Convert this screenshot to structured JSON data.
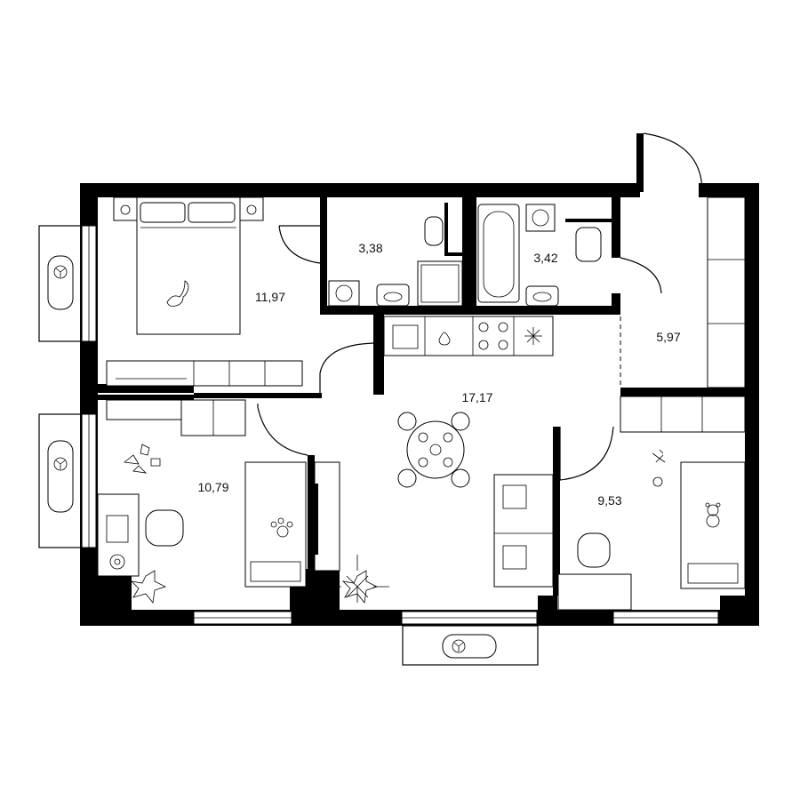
{
  "rooms": [
    {
      "id": "bedroom-1",
      "area": "11,97"
    },
    {
      "id": "bathroom-1",
      "area": "3,38"
    },
    {
      "id": "bathroom-2",
      "area": "3,42"
    },
    {
      "id": "hallway",
      "area": "5,97"
    },
    {
      "id": "kitchen-living",
      "area": "17,17"
    },
    {
      "id": "bedroom-2",
      "area": "10,79"
    },
    {
      "id": "bedroom-3",
      "area": "9,53"
    }
  ],
  "icons": [
    "fan-icon",
    "plant-icon",
    "cat-icon",
    "dog-paw-icon",
    "toy-plane-icon",
    "teddy-bear-icon",
    "washing-machine-icon",
    "sink-icon",
    "stove-icon",
    "fridge-icon"
  ]
}
